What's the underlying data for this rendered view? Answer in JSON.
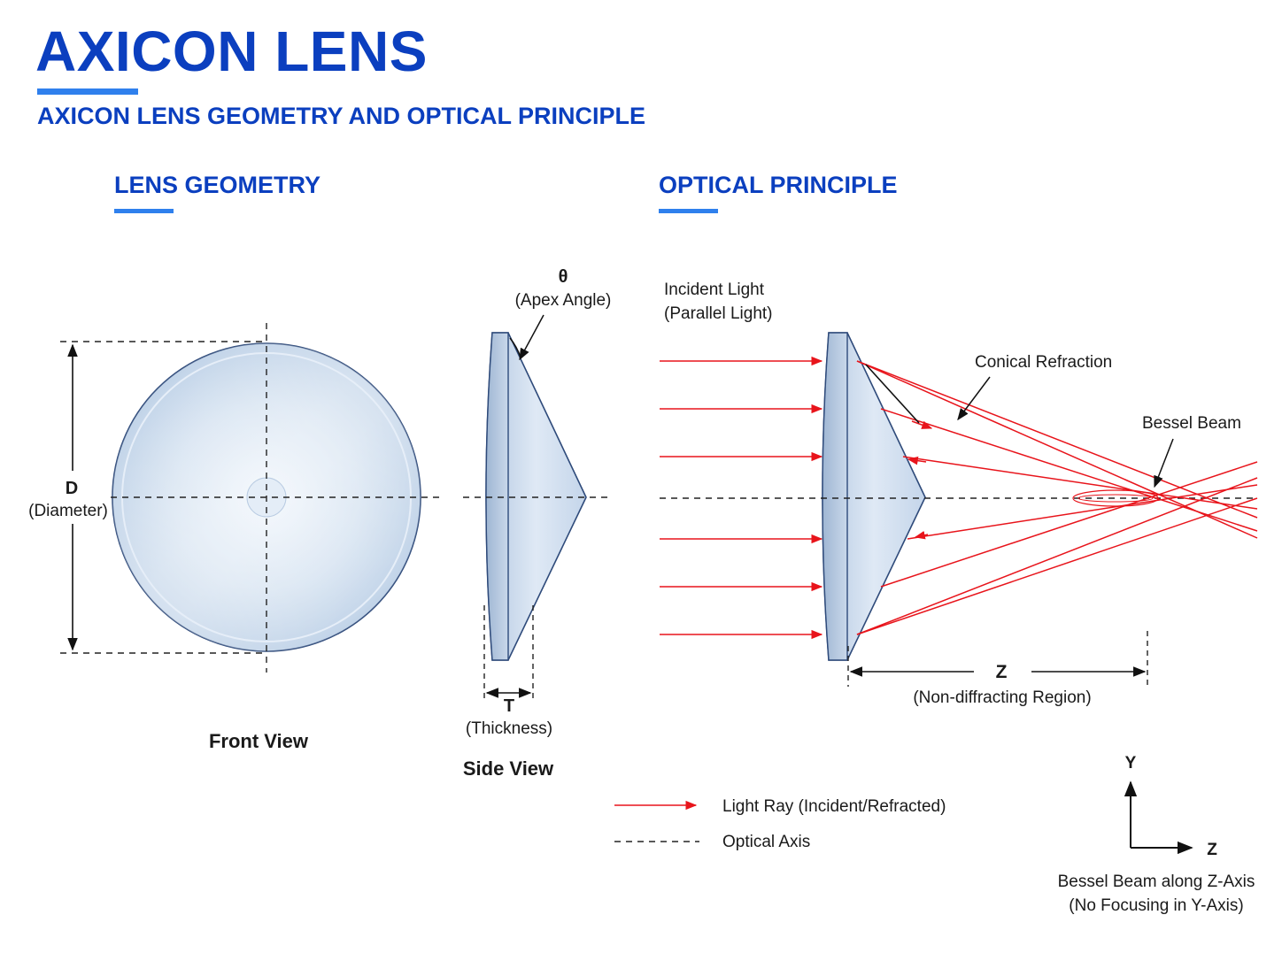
{
  "header": {
    "title": "AXICON LENS",
    "subtitle": "AXICON LENS GEOMETRY AND OPTICAL PRINCIPLE"
  },
  "sections": {
    "geometry": "LENS GEOMETRY",
    "principle": "OPTICAL PRINCIPLE"
  },
  "geometry": {
    "diameter_symbol": "D",
    "diameter_label": "(Diameter)",
    "front_view_caption": "Front View",
    "apex_symbol": "θ",
    "apex_label": "(Apex Angle)",
    "thickness_symbol": "T",
    "thickness_label": "(Thickness)",
    "side_view_caption": "Side View"
  },
  "principle": {
    "incident_line1": "Incident Light",
    "incident_line2": "(Parallel Light)",
    "conical_label": "Conical Refraction",
    "bessel_label": "Bessel Beam",
    "z_symbol": "Z",
    "z_label": "(Non-diffracting Region)"
  },
  "legend": {
    "ray_label": "Light Ray (Incident/Refracted)",
    "axis_label": "Optical Axis"
  },
  "axes_inset": {
    "y_label": "Y",
    "z_label": "Z",
    "caption_line1": "Bessel Beam along Z-Axis",
    "caption_line2": "(No Focusing in Y-Axis)"
  },
  "colors": {
    "title": "#0b3fbf",
    "accent_bar": "#2f80ed",
    "ray": "#e8141b",
    "lens_fill": "#c9d9ec",
    "lens_stroke": "#2e4a7a"
  }
}
